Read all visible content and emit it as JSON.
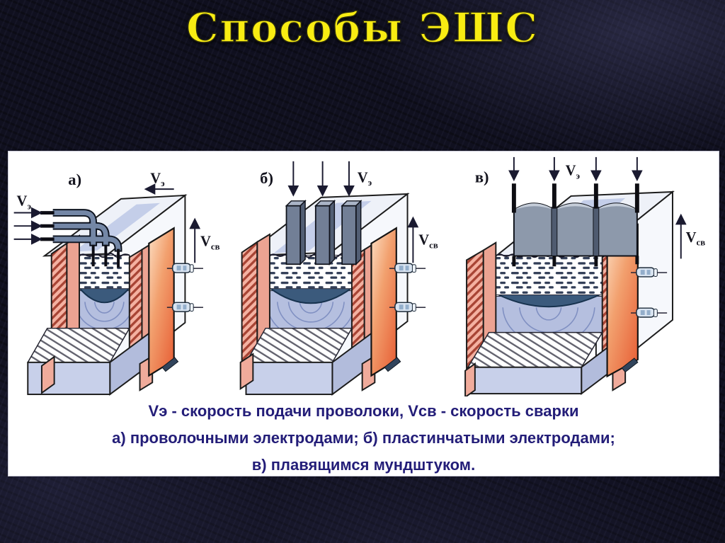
{
  "title": "Способы ЭШС",
  "panel": {
    "caption_lines": [
      "Vэ - скорость подачи проволоки, Vсв - скорость сварки",
      "а) проволочными электродами; б) пластинчатыми электродами;",
      "в) плавящимся мундштуком."
    ]
  },
  "labels": {
    "v": "V",
    "sub_feed": "э",
    "sub_weld": "св"
  },
  "diagrams": [
    {
      "label": "а)"
    },
    {
      "label": "б)"
    },
    {
      "label": "в)"
    }
  ],
  "colors": {
    "background": "#10101f",
    "title": "#f8ec12",
    "caption": "#231d78",
    "panel": "#ffffff",
    "copper_shoe_orange": "#ee7a46",
    "workpiece_pink": "#eca392",
    "slag_dash": "#323e57",
    "weld_pool_blue": "#3b5a7c",
    "weld_metal": "#b5bfdf",
    "electrode_gray": "#727f96"
  }
}
